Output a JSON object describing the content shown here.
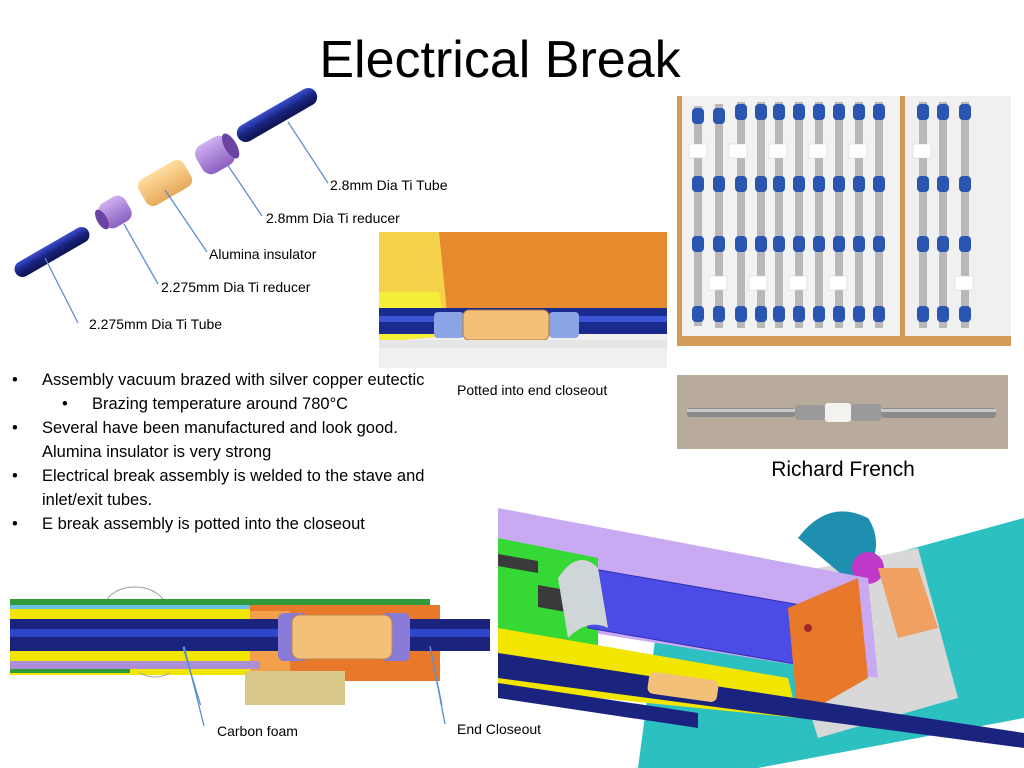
{
  "slide": {
    "title": "Electrical Break",
    "credit": "Richard French"
  },
  "exploded_labels": {
    "tube_28": "2.8mm Dia Ti Tube",
    "reducer_28": "2.8mm Dia Ti reducer",
    "alumina": "Alumina insulator",
    "reducer_2275": "2.275mm Dia Ti reducer",
    "tube_2275": "2.275mm Dia Ti Tube"
  },
  "captions": {
    "potted": "Potted into end closeout",
    "carbon_foam": "Carbon foam",
    "end_closeout": "End Closeout"
  },
  "bullets": [
    {
      "text": "Assembly vacuum brazed with silver copper eutectic",
      "level": 1
    },
    {
      "text": "Brazing temperature around 780°C",
      "level": 2
    },
    {
      "text": "Several have been manufactured and look good. Alumina insulator is very strong",
      "level": 1
    },
    {
      "text": "Electrical break assembly is welded to the stave and inlet/exit tubes.",
      "level": 1
    },
    {
      "text": "E break assembly is potted into the closeout",
      "level": 1
    }
  ],
  "bullet_glyph": "•",
  "colors": {
    "tube_blue": "#1a237e",
    "reducer_purple": "#a77fd6",
    "alumina_orange": "#f5c27a",
    "closeout_orange": "#e8782a",
    "foam_yellow": "#f2e600"
  }
}
